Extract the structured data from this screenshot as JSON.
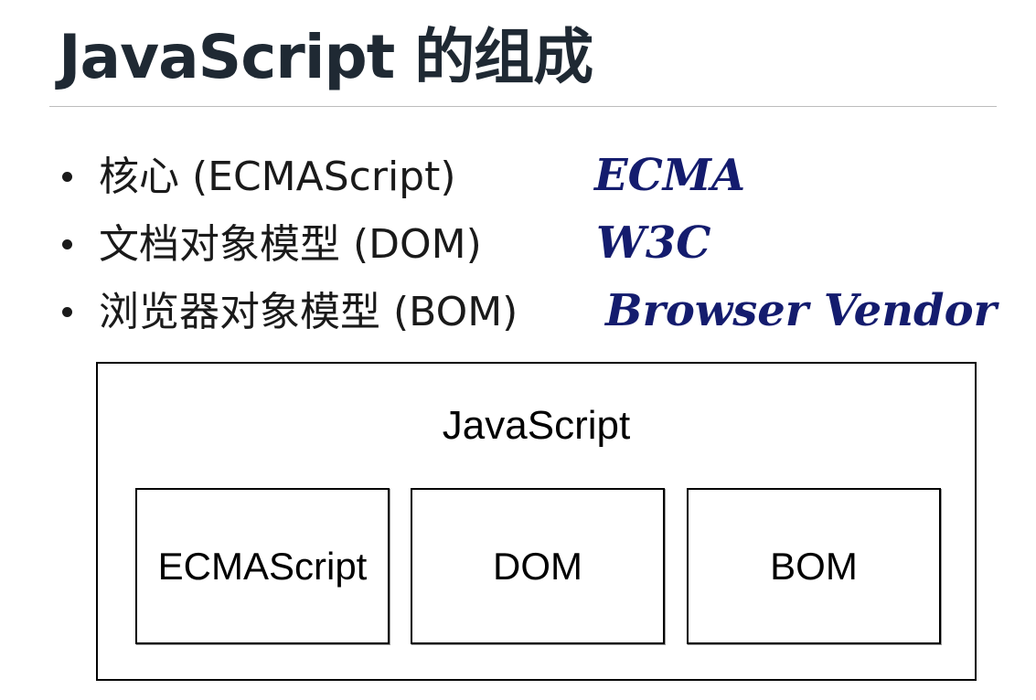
{
  "slide": {
    "title": "JavaScript 的组成"
  },
  "bullets": [
    {
      "text": "核心 (ECMAScript)",
      "org": "ECMA"
    },
    {
      "text": "文档对象模型 (DOM)",
      "org": "W3C"
    },
    {
      "text": "浏览器对象模型 (BOM)",
      "org": "Browser Vendor"
    }
  ],
  "diagram": {
    "outer_label": "JavaScript",
    "parts": [
      "ECMAScript",
      "DOM",
      "BOM"
    ]
  },
  "colors": {
    "title": "#1f2933",
    "org_text": "#141c6e",
    "rule": "#bdbdbd"
  }
}
